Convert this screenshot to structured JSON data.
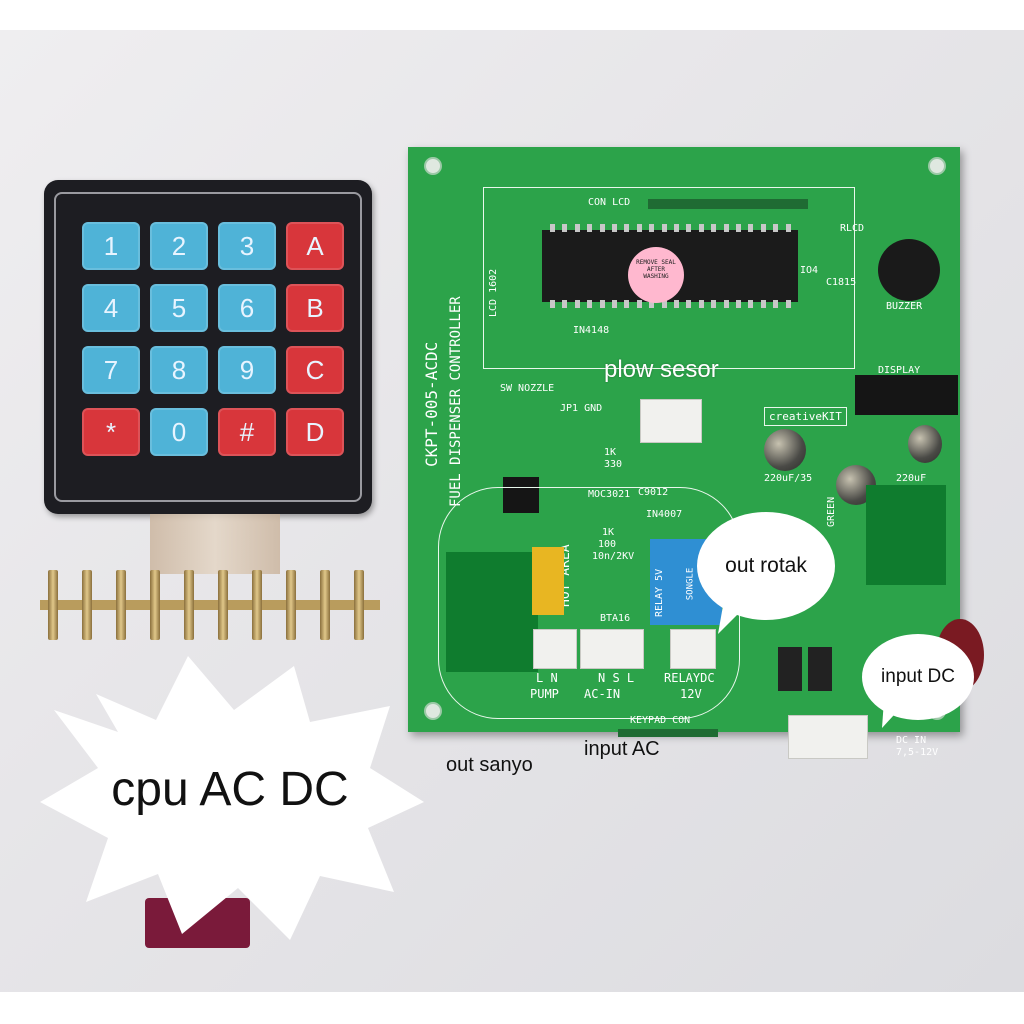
{
  "keypad": {
    "rows": [
      [
        {
          "label": "1",
          "color": "blue"
        },
        {
          "label": "2",
          "color": "blue"
        },
        {
          "label": "3",
          "color": "blue"
        },
        {
          "label": "A",
          "color": "red"
        }
      ],
      [
        {
          "label": "4",
          "color": "blue"
        },
        {
          "label": "5",
          "color": "blue"
        },
        {
          "label": "6",
          "color": "blue"
        },
        {
          "label": "B",
          "color": "red"
        }
      ],
      [
        {
          "label": "7",
          "color": "blue"
        },
        {
          "label": "8",
          "color": "blue"
        },
        {
          "label": "9",
          "color": "blue"
        },
        {
          "label": "C",
          "color": "red"
        }
      ],
      [
        {
          "label": "*",
          "color": "red"
        },
        {
          "label": "0",
          "color": "blue"
        },
        {
          "label": "#",
          "color": "red"
        },
        {
          "label": "D",
          "color": "red"
        }
      ]
    ]
  },
  "board": {
    "title": "CKPT-005-ACDC",
    "subtitle": "FUEL DISPENSER CONTROLLER",
    "silkscreen": {
      "con_lcd": "CON LCD",
      "lcd": "LCD 1602",
      "rlcd": "RLCD",
      "buzzer": "BUZZER",
      "c1815": "C1815",
      "io4": "IO4",
      "in4148": "IN4148",
      "display": "DISPLAY",
      "sw_nozzle": "SW NOZZLE",
      "jp1_gnd": "JP1 GND",
      "creative": "creativeKIT",
      "cap1": "220uF/35",
      "cap2": "220uF",
      "r1k": "1K",
      "r330": "330",
      "moc": "MOC3021",
      "c9012": "C9012",
      "in4007": "IN4007",
      "r100": "100",
      "c10n": "10n/2KV",
      "hot_area": "HOT AREA",
      "bta16": "BTA16",
      "relay5v": "RELAY 5V",
      "pump": "PUMP",
      "ln": "L N",
      "acin": "AC-IN",
      "nsl": "N S L",
      "relaydc": "RELAYDC",
      "v12": "12V",
      "keypad_con": "KEYPAD CON",
      "dc_in": "DC IN",
      "dc_range": "7,5-12V",
      "green": "GREEN",
      "buzzer_sticker": "REMOVE SEAL AFTER WASHING",
      "relay_brand": "SONGLE"
    }
  },
  "annotations": {
    "plow_sesor": "plow sesor",
    "out_rotak": "out rotak",
    "input_dc": "input DC",
    "out_sanyo": "out sanyo",
    "input_ac": "input AC",
    "cpu_ac_dc": "cpu AC DC"
  }
}
